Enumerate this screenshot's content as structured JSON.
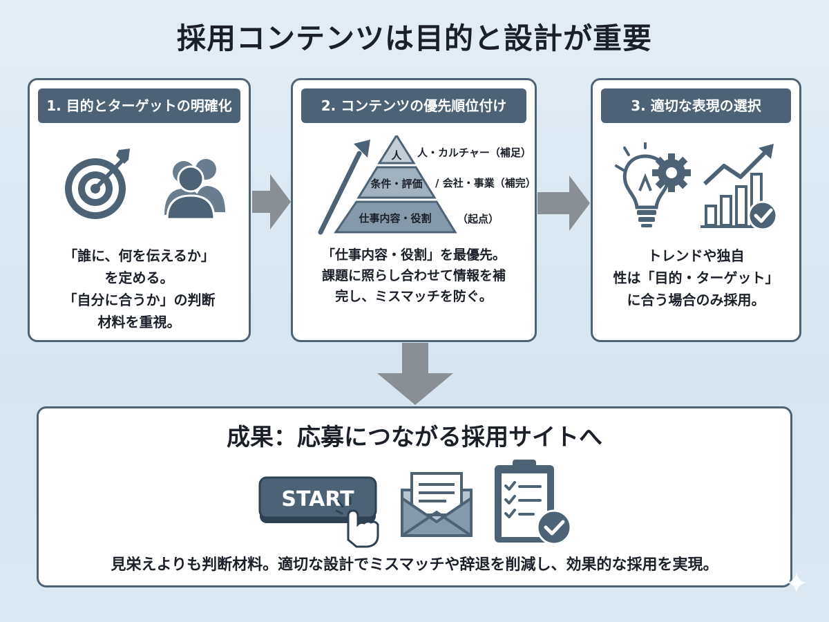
{
  "title": "採用コンテンツは目的と設計が重要",
  "steps": [
    {
      "header": "1. 目的とターゲットの明確化",
      "lines": [
        "「誰に、何を伝えるか」",
        "を定める。",
        "「自分に合うか」の判断",
        "材料を重視。"
      ],
      "icons": [
        "target-icon",
        "people-icon"
      ]
    },
    {
      "header": "2. コンテンツの優先順位付け",
      "pyramid": {
        "top_inner": "人",
        "top_label": "人・カルチャー（補足）",
        "middle_inner": "条件・評価",
        "middle_label": "/ 会社・事業（補完）",
        "bottom_inner": "仕事内容・役割",
        "bottom_label": "（起点）"
      },
      "lines": [
        "「仕事内容・役割」を最優先。",
        "課題に照らし合わせて情報を補",
        "完し、ミスマッチを防ぐ。"
      ],
      "icons": [
        "rising-arrow-icon"
      ]
    },
    {
      "header": "3. 適切な表現の選択",
      "lines": [
        "トレンドや独自",
        "性は「目的・ターゲット」",
        "に合う場合のみ採用。"
      ],
      "icons": [
        "lightbulb-gear-icon",
        "growth-chart-check-icon"
      ]
    }
  ],
  "result": {
    "title": "成果：応募につながる採用サイトへ",
    "start_label": "START",
    "text": "見栄えよりも判断材料。適切な設計でミスマッチや辞退を削減し、効果的な採用を実現。",
    "icons": [
      "start-button-icon",
      "envelope-icon",
      "clipboard-check-icon"
    ]
  },
  "colors": {
    "accent": "#4d6275",
    "arrow": "#8a8f96",
    "background": "#dce8f2"
  }
}
